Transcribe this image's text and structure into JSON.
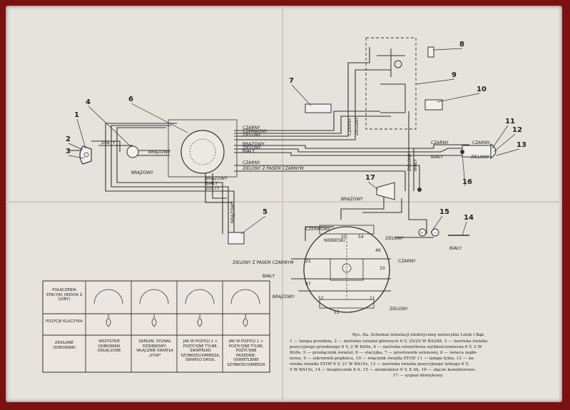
{
  "callouts": [
    "1",
    "2",
    "3",
    "4",
    "5",
    "6",
    "7",
    "8",
    "9",
    "10",
    "11",
    "12",
    "13",
    "14",
    "15",
    "16",
    "17"
  ],
  "wires": {
    "zolty": "ŻÓŁTY",
    "brazowy": "BRĄZOWY",
    "czarny": "CZARNY",
    "czerwony": "CZERWONY",
    "zielony": "ZIELONY",
    "bialy": "BIAŁY",
    "niebieski": "NIEBIESKI",
    "zielony_z_paskiem_czarnym": "ZIELONY Z PASEM CZARNYM",
    "zielony_z_pasemem": "ZIELONY Z PASEM CZARNYM"
  },
  "terminals": [
    "55",
    "54",
    "46",
    "10",
    "21",
    "47",
    "52",
    "53",
    "11"
  ],
  "table": {
    "headers": [
      "POŁĄCZENIA STACYJKI (WIDOK Z GÓRY)",
      "POZYCJE KLUCZYKA",
      "ZASILANE ODBIORNIKI"
    ],
    "key_positions": [
      "0",
      "1",
      "2",
      "3"
    ],
    "receivers": [
      "WSZYSTKIE ODBIORNIKI ODŁĄCZONE",
      "ZAPŁON, SYGNAŁ DŹWIĘKOWY, WŁĄCZNIK ŚWIATŁA „STOP”",
      "JAK W POZYCJI 1 + POZYCYJNE TYLNE, ŚWIATEŁKO SZYBKOŚCIOMIERZA, ŚWIATŁO DROG.",
      "JAK W POZYCJI 1 + POZYCYJNE TYLNE, POZYCYJNE PRZEDNIE, OŚWIETLENIE SZYBKOŚCIOMIERZA"
    ]
  },
  "caption": {
    "title": "Rys. IIa. Schemat instalacji elektrycznej motocykla Lelek i Bąk",
    "lines": [
      "1 — lampa przednia, 2 — żarówka świateł głównych 6 V, 25/25 W BA20d, 3 — żarówka światła",
      "pozycyjnego przedniego 6 V, 2 W BA9s, 4 — żarówka oświetlenia szybkościomierza 6 V, 2 W",
      "BA9s, 5 — przełącznik świateł, 6 — stacyjka, 7 — prostownik selenowy, 8 — świeca zapło-",
      "nowa, 9 — iskrownik-prądnica, 10 — włącznik światła STOP, 11 — lampa tylna, 12 — ża-",
      "rówka światła STOP 6 V, 21 W BA15s, 13 — żarówka światła pozycyjnego tylnego 6 V,",
      "5 W BA15s, 14 — bezpiecznik 8 A, 15 — akumulator 6 V, 8 Ah, 16 — złącze konektorowe,",
      "17 — sygnał dźwiękowy."
    ]
  }
}
